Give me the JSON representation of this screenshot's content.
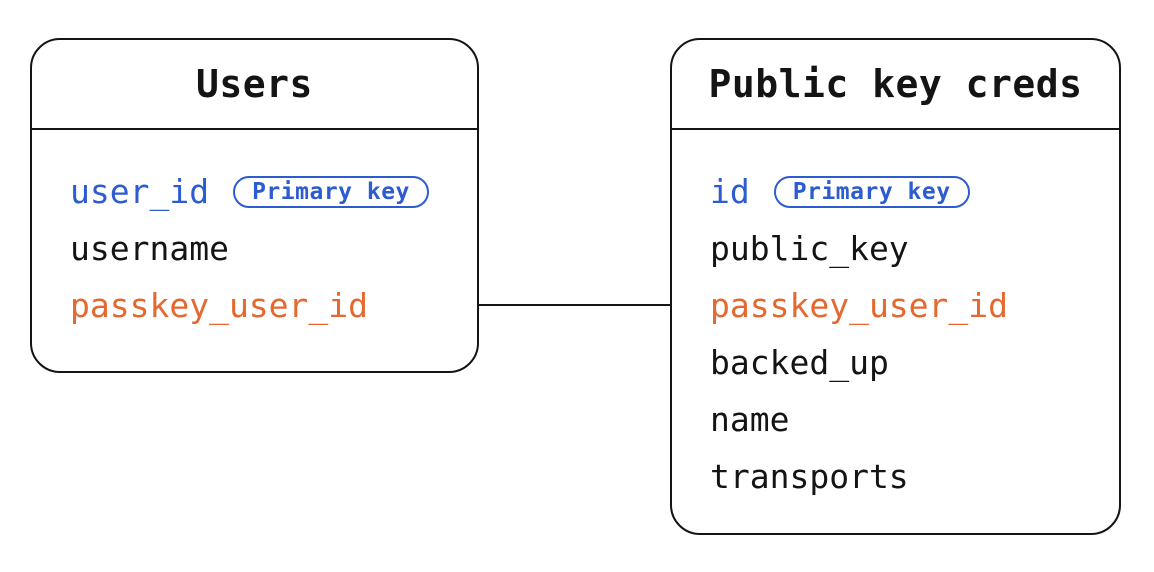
{
  "colors": {
    "blue": "#2d5bd0",
    "orange": "#e4682f",
    "text": "#141414",
    "border": "#141414",
    "background": "#ffffff"
  },
  "tables": [
    {
      "title": "Users",
      "fields": [
        {
          "name": "user_id",
          "badge": "Primary key",
          "color": "#2d5bd0"
        },
        {
          "name": "username",
          "color": "#141414"
        },
        {
          "name": "passkey_user_id",
          "color": "#e4682f"
        }
      ]
    },
    {
      "title": "Public key creds",
      "fields": [
        {
          "name": "id",
          "badge": "Primary key",
          "color": "#2d5bd0"
        },
        {
          "name": "public_key",
          "color": "#141414"
        },
        {
          "name": "passkey_user_id",
          "color": "#e4682f"
        },
        {
          "name": "backed_up",
          "color": "#141414"
        },
        {
          "name": "name",
          "color": "#141414"
        },
        {
          "name": "transports",
          "color": "#141414"
        }
      ]
    }
  ],
  "relationship": {
    "between": [
      "Users.passkey_user_id",
      "Public key creds.passkey_user_id"
    ]
  }
}
